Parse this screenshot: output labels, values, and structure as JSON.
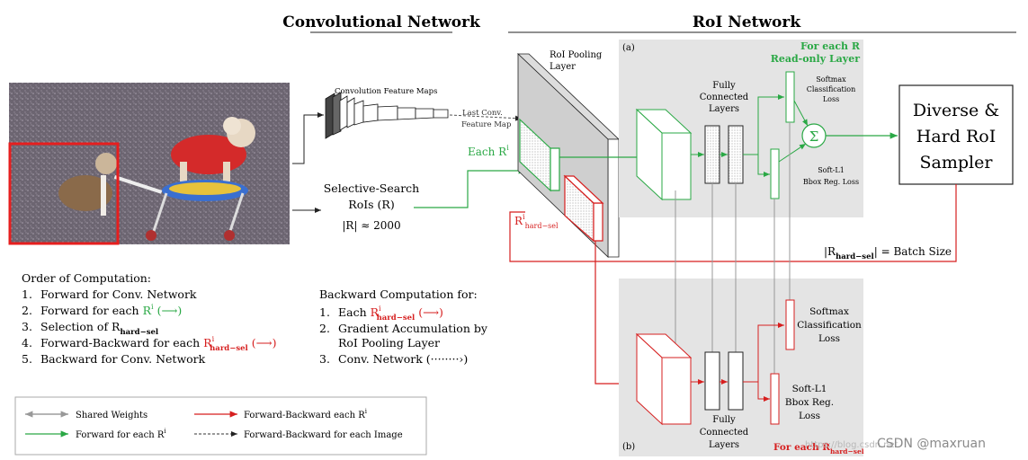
{
  "titles": {
    "conv": "Convolutional Network",
    "roi": "RoI Network"
  },
  "left": {
    "conv_feature_maps": "Convolution Feature Maps",
    "last_conv_1": "Last Conv.",
    "last_conv_2": "Feature Map",
    "ss_1": "Selective-Search",
    "ss_2": "RoIs (R)",
    "ss_3": "|R| ≈ 2000",
    "each_r": "Each R",
    "each_r_sup": "i",
    "r_hard": "R",
    "r_hard_sup": "i",
    "r_hard_sub": "hard−sel"
  },
  "roi": {
    "pooling_1": "RoI Pooling",
    "pooling_2": "Layer",
    "panel_a": "(a)",
    "panel_b": "(b)",
    "for_each_r": "For each R",
    "read_only": "Read-only Layer",
    "fc_top_1": "Fully",
    "fc_top_2": "Connected",
    "fc_top_3": "Layers",
    "fc_bot_1": "Fully",
    "fc_bot_2": "Connected",
    "fc_bot_3": "Layers",
    "softmax_a_1": "Softmax",
    "softmax_a_2": "Classification",
    "softmax_a_3": "Loss",
    "bbox_a_1": "Soft-L1",
    "bbox_a_2": "Bbox Reg. Loss",
    "sigma": "Σ",
    "softmax_b_1": "Softmax",
    "softmax_b_2": "Classification",
    "softmax_b_3": "Loss",
    "bbox_b_1": "Soft-L1",
    "bbox_b_2": "Bbox Reg.",
    "bbox_b_3": "Loss",
    "for_each_hard": "For each R",
    "for_each_hard_sub": "hard−sel",
    "sampler_1": "Diverse &",
    "sampler_2": "Hard RoI",
    "sampler_3": "Sampler",
    "batch_size": "|R",
    "batch_size_sub": "hard−sel",
    "batch_size_2": "| = Batch Size"
  },
  "order": {
    "title": "Order of Computation:",
    "items": [
      {
        "num": "1.",
        "text": "Forward for Conv. Network"
      },
      {
        "num": "2.",
        "text": "Forward for each ",
        "r": "R",
        "sup": "i",
        "arrow": "(⟶)"
      },
      {
        "num": "3.",
        "text": "Selection of R",
        "sub": "hard−sel"
      },
      {
        "num": "4.",
        "text": "Forward-Backward for each ",
        "r": "R",
        "sup": "i",
        "sub": "hard−sel",
        "arrow": "(⟶)"
      },
      {
        "num": "5.",
        "text": "Backward for Conv. Network"
      }
    ]
  },
  "backward": {
    "title": "Backward Computation for:",
    "item1_num": "1.",
    "item1_text": "Each ",
    "item1_r": "R",
    "item1_sup": "i",
    "item1_sub": "hard−sel",
    "item1_arrow": "(⟶)",
    "item2_num": "2.",
    "item2_line1": "Gradient Accumulation by",
    "item2_line2": "RoI Pooling Layer",
    "item3_num": "3.",
    "item3_text": "Conv. Network (········›)"
  },
  "legend": {
    "shared": "Shared Weights",
    "fwd_each": "Forward for each R",
    "fwd_each_sup": "i",
    "fwd_bwd_each": "Forward-Backward each R",
    "fwd_bwd_each_sup": "i",
    "fwd_bwd_image": "Forward-Backward for each Image"
  },
  "watermark": "https://blog.csdn.net",
  "credit": "CSDN @maxruan",
  "colors": {
    "green": "#2aa845",
    "red": "#d61f1f",
    "gray_panel": "#e4e4e4",
    "gray_line": "#9a9a9a"
  }
}
